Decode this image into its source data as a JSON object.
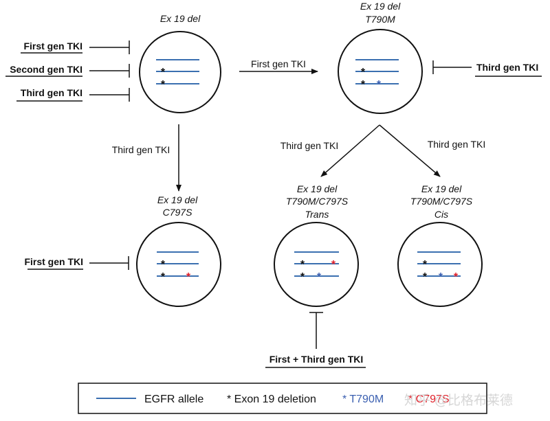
{
  "colors": {
    "allele": "#3a6fb0",
    "exon19": "#111111",
    "t790m": "#3a5fb0",
    "c797s": "#e0202a",
    "line": "#111111",
    "watermark": "#d8d8d8"
  },
  "states": {
    "ex19": {
      "title": "Ex 19 del"
    },
    "t790m": {
      "title_line1": "Ex 19 del",
      "title_line2": "T790M"
    },
    "c797s": {
      "title_line1": "Ex 19 del",
      "title_line2": "C797S"
    },
    "trans": {
      "title_line1": "Ex 19 del",
      "title_line2": "T790M/C797S",
      "title_line3": "Trans"
    },
    "cis": {
      "title_line1": "Ex 19 del",
      "title_line2": "T790M/C797S",
      "title_line3": "Cis"
    }
  },
  "inhibitors": {
    "ex19_first": "First gen TKI",
    "ex19_second": "Second gen TKI",
    "ex19_third": "Third gen TKI",
    "t790m_third": "Third gen TKI",
    "c797s_first": "First gen TKI",
    "trans_combo": "First + Third gen TKI"
  },
  "arrows": {
    "ex19_to_t790m": "First gen TKI",
    "ex19_to_c797s": "Third gen TKI",
    "t790m_to_trans": "Third gen TKI",
    "t790m_to_cis": "Third gen TKI"
  },
  "legend": {
    "allele": "EGFR allele",
    "exon19": "* Exon 19 deletion",
    "t790m": "* T790M",
    "c797s": "* C797S"
  },
  "watermark": "知乎 @比格布莱德",
  "star": "*"
}
